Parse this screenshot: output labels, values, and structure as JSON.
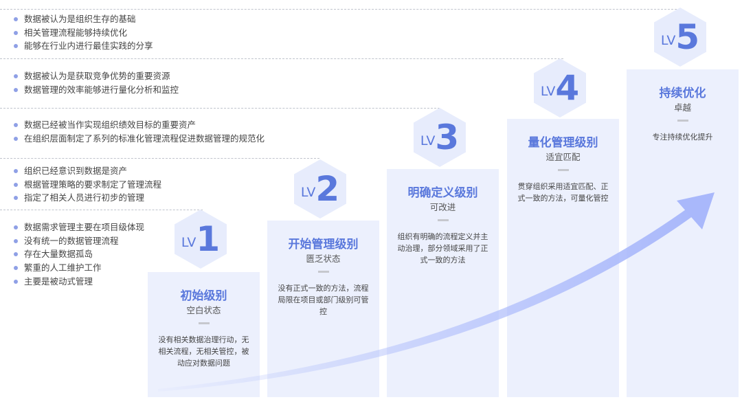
{
  "left_groups": [
    [
      "数据被认为是组织生存的基础",
      "相关管理流程能够持续优化",
      "能够在行业内进行最佳实践的分享"
    ],
    [
      "数据被认为是获取竞争优势的重要资源",
      "数据管理的效率能够进行量化分析和监控"
    ],
    [
      "数据已经被当作实现组织绩效目标的重要资产",
      "在组织层面制定了系列的标准化管理流程促进数据管理的规范化"
    ],
    [
      "组织已经意识到数据是资产",
      "根据管理策略的要求制定了管理流程",
      "指定了相关人员进行初步的管理"
    ],
    [
      "数据需求管理主要在项目级体现",
      "没有统一的数据管理流程",
      "存在大量数据孤岛",
      "繁重的人工维护工作",
      "主要是被动式管理"
    ]
  ],
  "levels": [
    {
      "lv": "LV",
      "num": "1",
      "title": "初始级别",
      "sub": "空白状态",
      "desc": "没有相关数据治理行动，无相关流程，无相关管控，被动应对数据问题"
    },
    {
      "lv": "LV",
      "num": "2",
      "title": "开始管理级别",
      "sub": "匮乏状态",
      "desc": "没有正式一致的方法，流程局限在项目或部门级别可管控"
    },
    {
      "lv": "LV",
      "num": "3",
      "title": "明确定义级别",
      "sub": "可改进",
      "desc": "组织有明确的流程定义并主动治理，部分领域采用了正式一致的方法"
    },
    {
      "lv": "LV",
      "num": "4",
      "title": "量化管理级别",
      "sub": "适宜匹配",
      "desc": "贯穿组织采用适宜匹配、正式一致的方法，可量化管控"
    },
    {
      "lv": "LV",
      "num": "5",
      "title": "持续优化",
      "sub": "卓越",
      "desc": "专注持续优化提升"
    }
  ],
  "colors": {
    "accent": "#5a78dc",
    "box": "#ecf0fd",
    "arrow": "#a9b8fb"
  }
}
